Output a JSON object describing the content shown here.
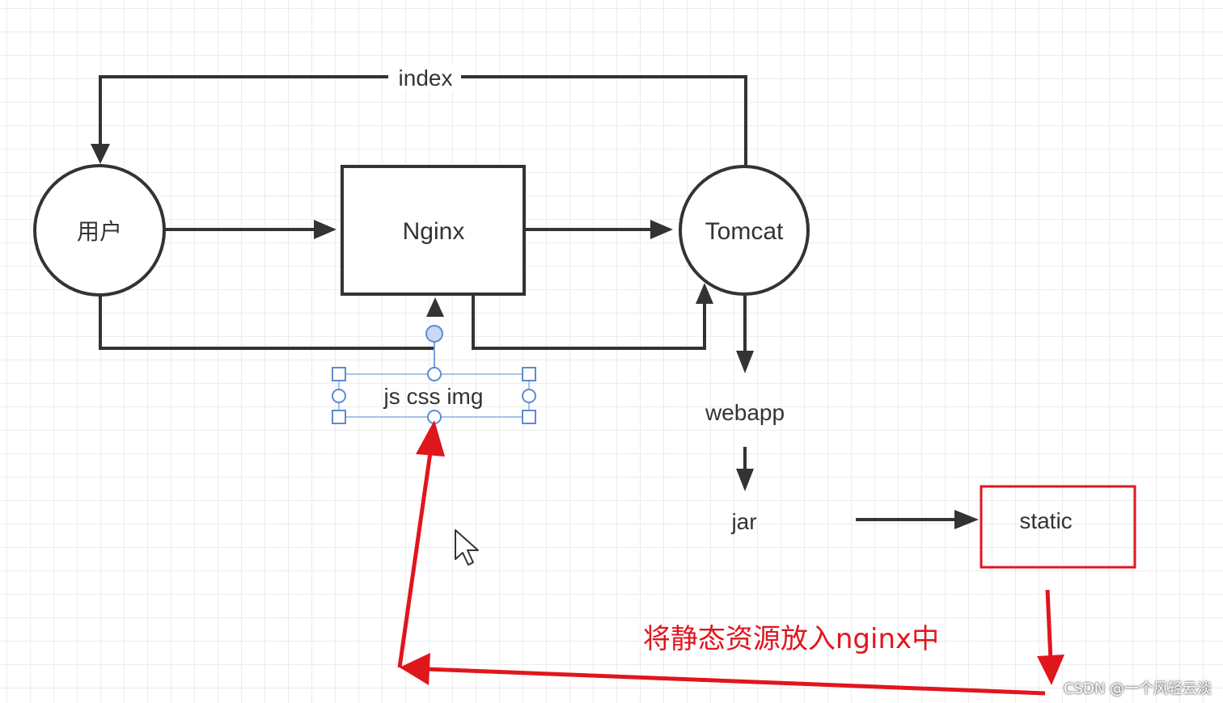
{
  "nodes": {
    "user": "用户",
    "nginx": "Nginx",
    "tomcat": "Tomcat",
    "static_files": "js css img",
    "webapp": "webapp",
    "jar": "jar",
    "static": "static"
  },
  "edges": {
    "index_label": "index"
  },
  "annotation": "将静态资源放入nginx中",
  "watermark": "CSDN @一个风轻云淡",
  "colors": {
    "stroke": "#333333",
    "highlight": "#e0161d",
    "selection": "#7aa0d8"
  }
}
